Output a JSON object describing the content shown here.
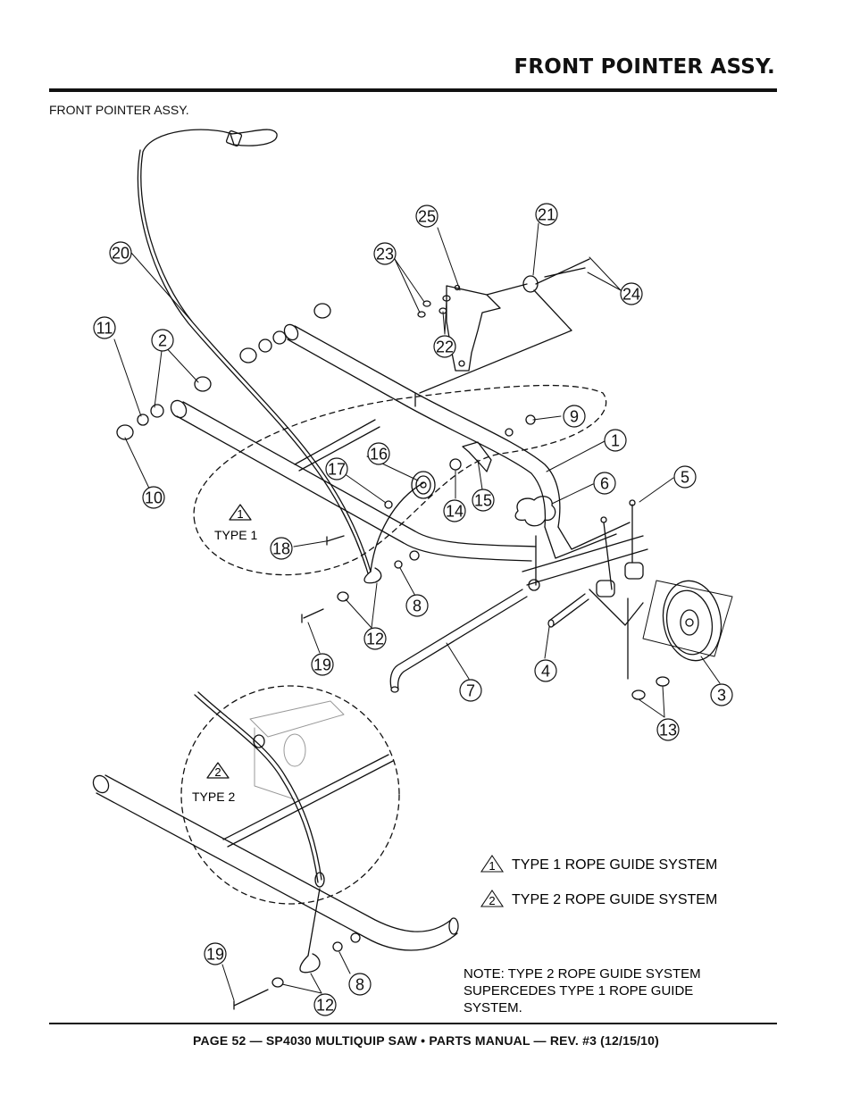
{
  "header": {
    "title": "FRONT POINTER ASSY."
  },
  "section_label": "FRONT POINTER ASSY.",
  "callouts": [
    {
      "id": "c20",
      "label": "20"
    },
    {
      "id": "c25",
      "label": "25"
    },
    {
      "id": "c21",
      "label": "21"
    },
    {
      "id": "c23",
      "label": "23"
    },
    {
      "id": "c24",
      "label": "24"
    },
    {
      "id": "c22",
      "label": "22"
    },
    {
      "id": "c11",
      "label": "11"
    },
    {
      "id": "c2",
      "label": "2"
    },
    {
      "id": "c9",
      "label": "9"
    },
    {
      "id": "c1",
      "label": "1"
    },
    {
      "id": "c16",
      "label": "16"
    },
    {
      "id": "c17",
      "label": "17"
    },
    {
      "id": "c10",
      "label": "10"
    },
    {
      "id": "c6",
      "label": "6"
    },
    {
      "id": "c5",
      "label": "5"
    },
    {
      "id": "c14",
      "label": "14"
    },
    {
      "id": "c15",
      "label": "15"
    },
    {
      "id": "c18",
      "label": "18"
    },
    {
      "id": "c8a",
      "label": "8"
    },
    {
      "id": "c12a",
      "label": "12"
    },
    {
      "id": "c19a",
      "label": "19"
    },
    {
      "id": "c4",
      "label": "4"
    },
    {
      "id": "c7",
      "label": "7"
    },
    {
      "id": "c3",
      "label": "3"
    },
    {
      "id": "c13",
      "label": "13"
    },
    {
      "id": "c19b",
      "label": "19"
    },
    {
      "id": "c8b",
      "label": "8"
    },
    {
      "id": "c12b",
      "label": "12"
    }
  ],
  "detail_labels": {
    "type1": "TYPE 1",
    "type1_num": "1",
    "type2": "TYPE 2",
    "type2_num": "2"
  },
  "legend": [
    {
      "num": "1",
      "text": "TYPE 1 ROPE GUIDE SYSTEM"
    },
    {
      "num": "2",
      "text": "TYPE 2 ROPE GUIDE SYSTEM"
    }
  ],
  "note": [
    "NOTE:  TYPE 2 ROPE GUIDE SYSTEM",
    "SUPERCEDES TYPE 1 ROPE GUIDE",
    "SYSTEM."
  ],
  "footer": "PAGE 52 — SP4030 MULTIQUIP SAW • PARTS MANUAL — REV. #3 (12/15/10)"
}
